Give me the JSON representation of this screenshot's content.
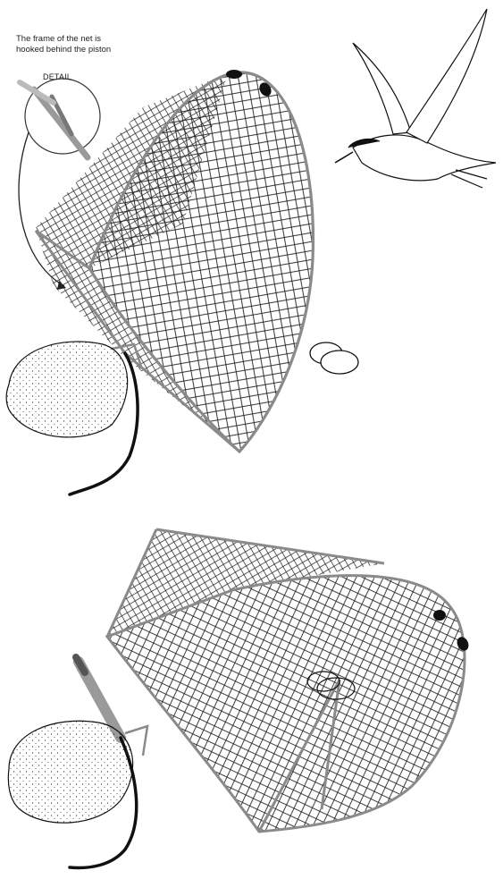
{
  "caption": {
    "line1": "The frame of the net is",
    "line2": "hooked behind the piston"
  },
  "detail_label": "DETAIL",
  "colors": {
    "frame": "#8a8a8a",
    "net": "#1a1a1a",
    "cable": "#111111",
    "stone_dots": "#222222",
    "piston": "#9a9a9a",
    "background": "#ffffff"
  },
  "figures": [
    {
      "name": "trap-open",
      "state": "open"
    },
    {
      "name": "trap-closed",
      "state": "closed"
    }
  ],
  "icons": [
    "tern-bird-icon",
    "stone-icon",
    "egg-rings-icon",
    "detail-magnifier-icon"
  ]
}
